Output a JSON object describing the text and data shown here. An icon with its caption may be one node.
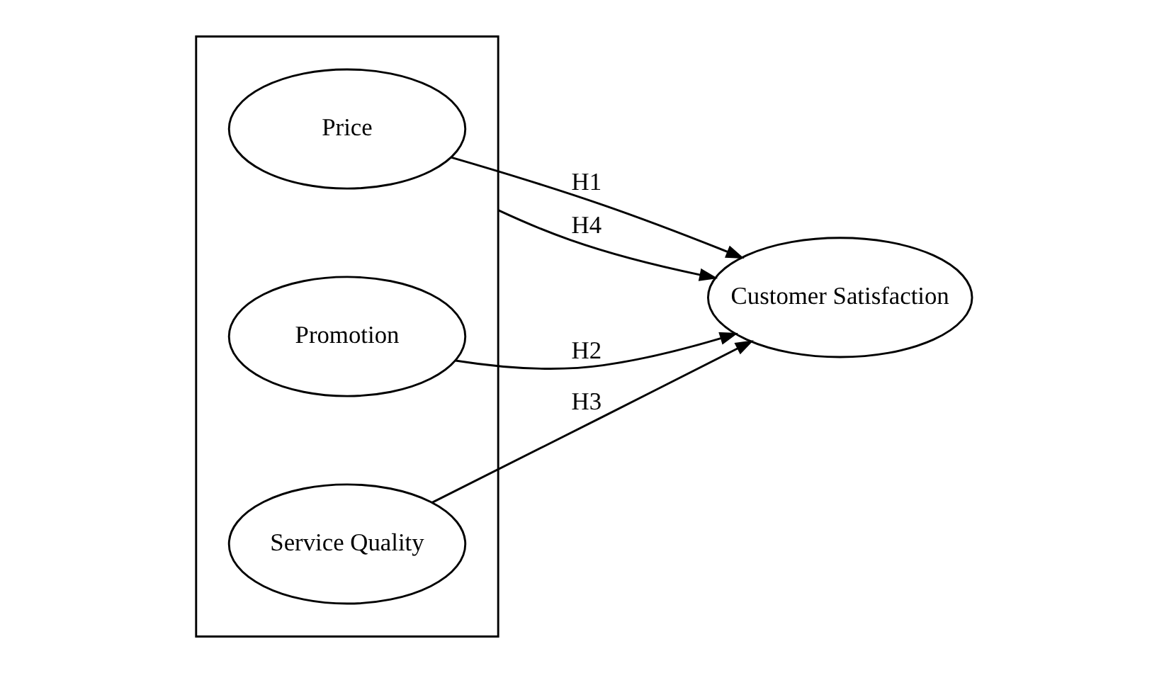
{
  "diagram": {
    "nodes": [
      {
        "text": [],
        "shape": "box"
      },
      {
        "text": [
          "Price"
        ],
        "in": 0
      },
      {
        "text": [
          "Promotion"
        ],
        "in": 0
      },
      {
        "text": [
          "Service Quality"
        ],
        "in": 0
      },
      {
        "text": [
          "Customer Satisfaction"
        ]
      }
    ],
    "edges": [
      {
        "from": 1,
        "to": 4,
        "arrow": "to",
        "label": "H1"
      },
      {
        "from": 2,
        "to": 4,
        "arrow": "to",
        "label": "H2"
      },
      {
        "from": 3,
        "to": 4,
        "arrow": "to",
        "label": "H3"
      },
      {
        "from": 0,
        "to": 4,
        "arrow": "to",
        "label": "H4"
      }
    ]
  }
}
